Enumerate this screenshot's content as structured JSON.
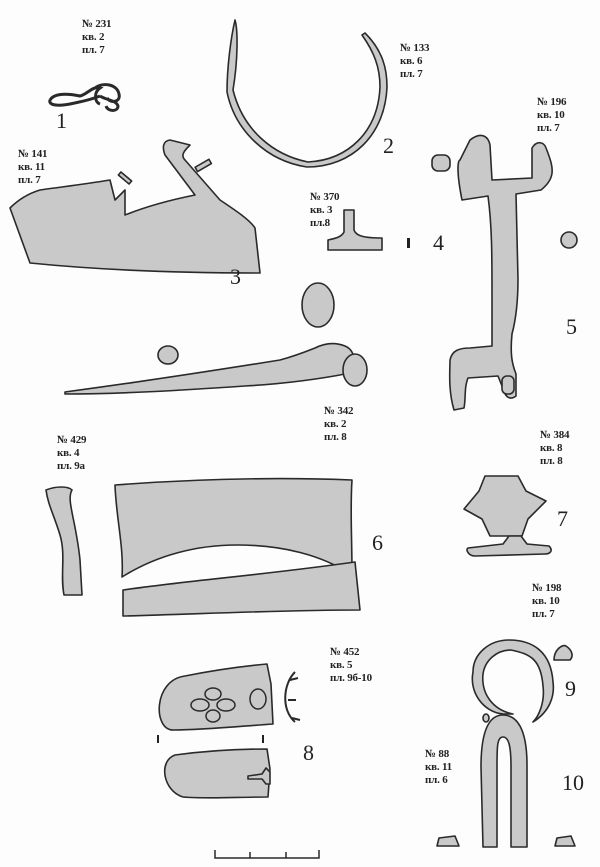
{
  "labels": [
    {
      "id": "231",
      "num": "№ 231",
      "kv": "кв. 2",
      "pl": "пл. 7"
    },
    {
      "id": "133",
      "num": "№ 133",
      "kv": "кв. 6",
      "pl": "пл. 7"
    },
    {
      "id": "196",
      "num": "№ 196",
      "kv": "кв. 10",
      "pl": "пл. 7"
    },
    {
      "id": "141",
      "num": "№ 141",
      "kv": "кв. 11",
      "pl": "пл. 7"
    },
    {
      "id": "370",
      "num": "№ 370",
      "kv": "кв. 3",
      "pl": "пл.8"
    },
    {
      "id": "342",
      "num": "№ 342",
      "kv": "кв. 2",
      "pl": "пл. 8"
    },
    {
      "id": "429",
      "num": "№ 429",
      "kv": "кв. 4",
      "pl": "пл. 9а"
    },
    {
      "id": "384",
      "num": "№ 384",
      "kv": "кв. 8",
      "pl": "пл. 8"
    },
    {
      "id": "198",
      "num": "№ 198",
      "kv": "кв. 10",
      "pl": "пл. 7"
    },
    {
      "id": "452",
      "num": "№ 452",
      "kv": "кв. 5",
      "pl": "пл. 9б-10"
    },
    {
      "id": "88",
      "num": "№ 88",
      "kv": "кв. 11",
      "pl": "пл. 6"
    }
  ],
  "figure_numbers": [
    "1",
    "2",
    "3",
    "4",
    "5",
    "6",
    "7",
    "8",
    "9",
    "10"
  ]
}
